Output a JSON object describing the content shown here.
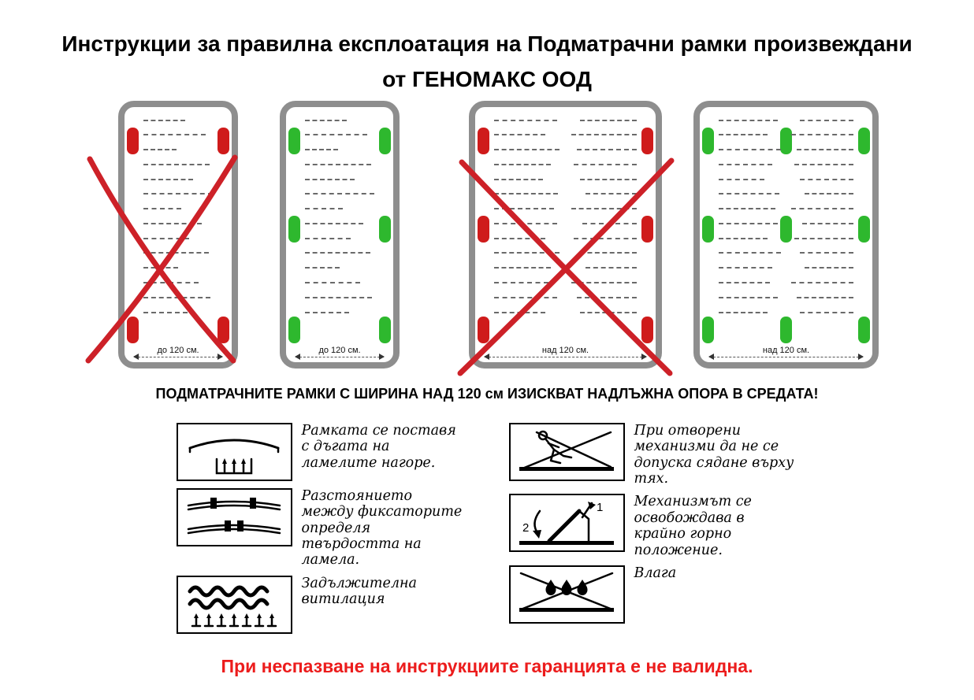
{
  "title": {
    "line1": "Инструкции за правилна експлоатация на Подматрачни рамки произвеждани",
    "line2": "от ГЕНОМАКС ООД"
  },
  "frames": [
    {
      "id": "wrong-narrow",
      "width_label": "до 120 см.",
      "marker_color": "#cf1b1b",
      "crossed": true
    },
    {
      "id": "correct-narrow",
      "width_label": "до 120 см.",
      "marker_color": "#2eb82e",
      "crossed": false
    },
    {
      "id": "wrong-wide",
      "width_label": "над 120 см.",
      "marker_color": "#cf1b1b",
      "crossed": true
    },
    {
      "id": "correct-wide",
      "width_label": "над 120 см.",
      "marker_color": "#2eb82e",
      "crossed": false
    }
  ],
  "warning": "ПОДМАТРАЧНИТЕ РАМКИ С ШИРИНА НАД 120 см ИЗИСКВАТ НАДЛЪЖНА ОПОРА В СРЕДАТА!",
  "instructions": [
    {
      "icon": "arched-slats-up-icon",
      "text": "Рамката се поставя с дъгата на ламелите нагоре."
    },
    {
      "icon": "slat-fixators-icon",
      "text": "Разстоянието между фиксаторите определя твърдостта на ламела."
    },
    {
      "icon": "ventilation-icon",
      "text": "Задължителна витилация"
    },
    {
      "icon": "no-sitting-on-open-mechanism-icon",
      "text": "При отворени механизми да не се допуска сядане върху тях."
    },
    {
      "icon": "mechanism-release-icon",
      "text": "Механизмът се освобождава в крайно горно положение.",
      "label1": "1",
      "label2": "2"
    },
    {
      "icon": "no-moisture-icon",
      "text": "Влага"
    }
  ],
  "footer": "При неспазване на инструкциите гаранцията е не валидна.",
  "colors": {
    "marker_red": "#cf1b1b",
    "marker_green": "#2eb82e",
    "cross_red": "#cd2128",
    "frame_border": "#8e8e8e",
    "footer_red": "#ec1c1c"
  }
}
